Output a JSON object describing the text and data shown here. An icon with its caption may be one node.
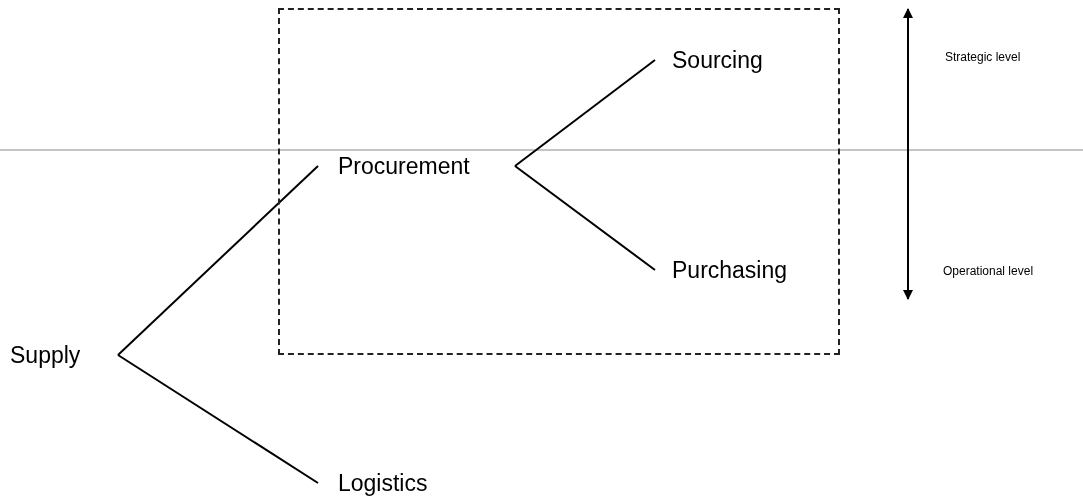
{
  "diagram": {
    "nodes": [
      {
        "text": [],
        "shape": "box"
      },
      {
        "text": [
          "Supply"
        ]
      },
      {
        "text": [
          "Procurement"
        ],
        "in": 0
      },
      {
        "text": [
          "Logistics"
        ]
      },
      {
        "text": [
          "Sourcing"
        ],
        "in": 0
      },
      {
        "text": [
          "Purchasing"
        ],
        "in": 0
      }
    ],
    "edges": [
      {
        "from": 1,
        "to": 2,
        "arrow": "none"
      },
      {
        "from": 1,
        "to": 3,
        "arrow": "none"
      },
      {
        "from": 2,
        "to": 4,
        "arrow": "none"
      },
      {
        "from": 2,
        "to": 5,
        "arrow": "none"
      }
    ],
    "labels": [
      "Strategic level",
      "Operational level"
    ]
  }
}
